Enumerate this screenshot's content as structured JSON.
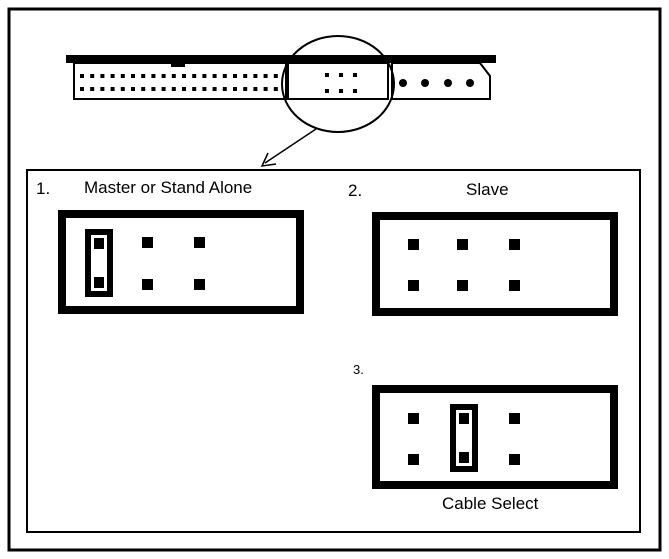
{
  "panels": [
    {
      "number": "1.",
      "title": "Master or Stand Alone",
      "jumper": "left"
    },
    {
      "number": "2.",
      "title": "Slave",
      "jumper": "none"
    },
    {
      "number": "3.",
      "title": "Cable Select",
      "jumper": "middle"
    }
  ],
  "colors": {
    "ink": "#000000",
    "paper": "#ffffff"
  }
}
